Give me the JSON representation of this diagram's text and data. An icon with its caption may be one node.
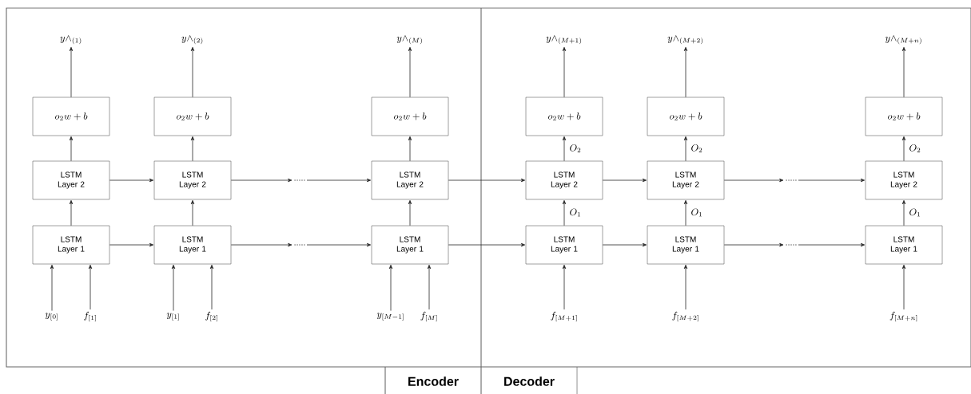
{
  "diagram": {
    "nodes": [
      {
        "text": [
          "y \\wedge_{(1)}"
        ]
      },
      {
        "text": [
          "o_2 w + b"
        ]
      },
      {
        "text": [
          "LSTM Layer 2"
        ]
      },
      {
        "text": [
          "LSTM Layer 1"
        ]
      },
      {
        "text": [
          "y_{[0]}"
        ]
      },
      {
        "text": [
          "f_{[1]}"
        ]
      },
      {
        "text": [
          "y \\wedge_{(2)}"
        ]
      },
      {
        "text": [
          "o_2 w + b"
        ]
      },
      {
        "text": [
          "LSTM Layer 2"
        ]
      },
      {
        "text": [
          "LSTM Layer 1"
        ]
      },
      {
        "text": [
          "y_{[1]}"
        ]
      },
      {
        "text": [
          "f_{[2]}"
        ]
      },
      {
        "text": [
          "....."
        ]
      },
      {
        "text": [
          "....."
        ]
      },
      {
        "text": [
          "y \\wedge_{(M)}"
        ]
      },
      {
        "text": [
          "o_2 w + b"
        ]
      },
      {
        "text": [
          "LSTM Layer 2"
        ]
      },
      {
        "text": [
          "LSTM Layer 1"
        ]
      },
      {
        "text": [
          "y_{[M-1]}"
        ]
      },
      {
        "text": [
          "f_{[M]}"
        ]
      },
      {
        "text": [
          "y \\wedge_{(M+1)}"
        ]
      },
      {
        "text": [
          "o_2 w + b"
        ]
      },
      {
        "text": [
          "LSTM Layer 2"
        ]
      },
      {
        "text": [
          "LSTM Layer 1"
        ]
      },
      {
        "text": [
          "f_{[M+1]}"
        ]
      },
      {
        "text": [
          "y \\wedge_{(M+2)}"
        ]
      },
      {
        "text": [
          "o_2 w + b"
        ]
      },
      {
        "text": [
          "LSTM Layer 2"
        ]
      },
      {
        "text": [
          "LSTM Layer 1"
        ]
      },
      {
        "text": [
          "f_{[M+2]}"
        ]
      },
      {
        "text": [
          "....."
        ]
      },
      {
        "text": [
          "....."
        ]
      },
      {
        "text": [
          "y \\wedge_{(M+n)}"
        ]
      },
      {
        "text": [
          "o_2 w + b"
        ]
      },
      {
        "text": [
          "LSTM Layer 2"
        ]
      },
      {
        "text": [
          "LSTM Layer 1"
        ]
      },
      {
        "text": [
          "f_{[M+n]}"
        ]
      }
    ],
    "edges": [
      {
        "from": 1,
        "to": 0,
        "arrow": "to"
      },
      {
        "from": 2,
        "to": 1,
        "arrow": "to"
      },
      {
        "from": 3,
        "to": 2,
        "arrow": "to"
      },
      {
        "from": 4,
        "to": 3,
        "arrow": "to"
      },
      {
        "from": 5,
        "to": 3,
        "arrow": "to"
      },
      {
        "from": 7,
        "to": 6,
        "arrow": "to"
      },
      {
        "from": 8,
        "to": 7,
        "arrow": "to"
      },
      {
        "from": 9,
        "to": 8,
        "arrow": "to"
      },
      {
        "from": 10,
        "to": 9,
        "arrow": "to"
      },
      {
        "from": 11,
        "to": 9,
        "arrow": "to"
      },
      {
        "from": 2,
        "to": 8,
        "arrow": "to"
      },
      {
        "from": 3,
        "to": 9,
        "arrow": "to"
      },
      {
        "from": 8,
        "to": 12,
        "arrow": "to"
      },
      {
        "from": 9,
        "to": 13,
        "arrow": "to"
      },
      {
        "from": 12,
        "to": 16,
        "arrow": "to"
      },
      {
        "from": 13,
        "to": 17,
        "arrow": "to"
      },
      {
        "from": 15,
        "to": 14,
        "arrow": "to"
      },
      {
        "from": 16,
        "to": 15,
        "arrow": "to"
      },
      {
        "from": 17,
        "to": 16,
        "arrow": "to"
      },
      {
        "from": 18,
        "to": 17,
        "arrow": "to"
      },
      {
        "from": 19,
        "to": 17,
        "arrow": "to"
      },
      {
        "from": 16,
        "to": 22,
        "arrow": "to"
      },
      {
        "from": 17,
        "to": 23,
        "arrow": "to"
      },
      {
        "from": 21,
        "to": 20,
        "arrow": "to"
      },
      {
        "from": 22,
        "to": 21,
        "arrow": "to",
        "label": "O_2"
      },
      {
        "from": 23,
        "to": 22,
        "arrow": "to",
        "label": "O_1"
      },
      {
        "from": 24,
        "to": 23,
        "arrow": "to"
      },
      {
        "from": 22,
        "to": 27,
        "arrow": "to"
      },
      {
        "from": 23,
        "to": 28,
        "arrow": "to"
      },
      {
        "from": 26,
        "to": 25,
        "arrow": "to"
      },
      {
        "from": 27,
        "to": 26,
        "arrow": "to",
        "label": "O_2"
      },
      {
        "from": 28,
        "to": 27,
        "arrow": "to",
        "label": "O_1"
      },
      {
        "from": 29,
        "to": 28,
        "arrow": "to"
      },
      {
        "from": 27,
        "to": 30,
        "arrow": "to"
      },
      {
        "from": 28,
        "to": 31,
        "arrow": "to"
      },
      {
        "from": 30,
        "to": 34,
        "arrow": "to"
      },
      {
        "from": 31,
        "to": 35,
        "arrow": "to"
      },
      {
        "from": 33,
        "to": 32,
        "arrow": "to"
      },
      {
        "from": 34,
        "to": 33,
        "arrow": "to",
        "label": "O_2"
      },
      {
        "from": 35,
        "to": 34,
        "arrow": "to",
        "label": "O_1"
      },
      {
        "from": 36,
        "to": 35,
        "arrow": "to"
      }
    ],
    "labels": [
      "Encoder",
      "Decoder"
    ]
  }
}
